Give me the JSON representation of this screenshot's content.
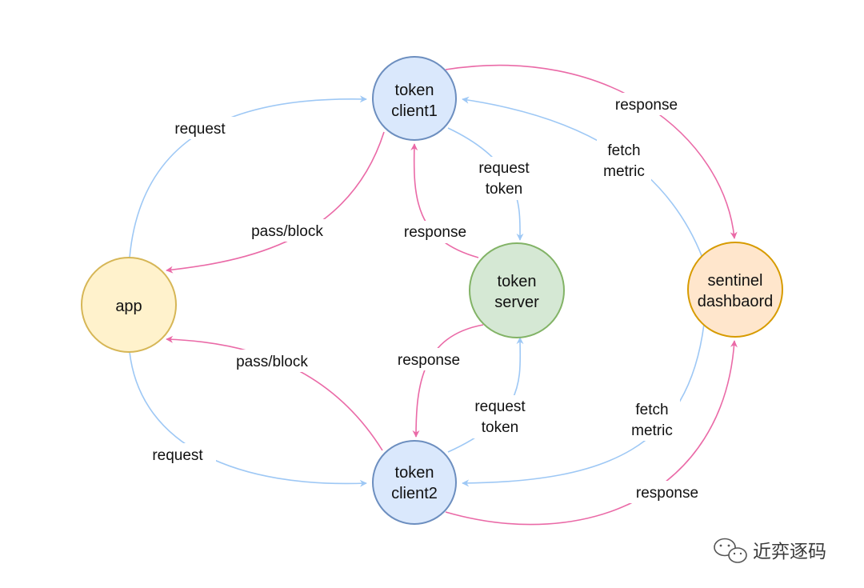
{
  "diagram": {
    "nodes": {
      "token_client1": {
        "lines": [
          "token",
          "client1"
        ],
        "fill": "#dae8fc",
        "stroke": "#6c8ebf"
      },
      "token_client2": {
        "lines": [
          "token",
          "client2"
        ],
        "fill": "#dae8fc",
        "stroke": "#6c8ebf"
      },
      "token_server": {
        "lines": [
          "token",
          "server"
        ],
        "fill": "#d5e8d4",
        "stroke": "#82b366"
      },
      "app": {
        "lines": [
          "app"
        ],
        "fill": "#fff2cc",
        "stroke": "#d6b656"
      },
      "sentinel_dashboard": {
        "lines": [
          "sentinel",
          "dashbaord"
        ],
        "fill": "#ffe6cc",
        "stroke": "#d79b00"
      }
    },
    "edges": {
      "app_to_client1": {
        "lines": [
          "request"
        ]
      },
      "client1_to_app": {
        "lines": [
          "pass/block"
        ]
      },
      "client1_to_server": {
        "lines": [
          "request",
          "token"
        ]
      },
      "server_to_client1": {
        "lines": [
          "response"
        ]
      },
      "client1_to_dashboard": {
        "lines": [
          "response"
        ]
      },
      "dashboard_to_client1": {
        "lines": [
          "fetch",
          "metric"
        ]
      },
      "app_to_client2": {
        "lines": [
          "request"
        ]
      },
      "client2_to_app": {
        "lines": [
          "pass/block"
        ]
      },
      "client2_to_server": {
        "lines": [
          "request",
          "token"
        ]
      },
      "server_to_client2": {
        "lines": [
          "response"
        ]
      },
      "dashboard_to_client2": {
        "lines": [
          "fetch",
          "metric"
        ]
      },
      "client2_to_dashboard": {
        "lines": [
          "response"
        ]
      }
    },
    "colors": {
      "request_edge": "#9ec8f5",
      "response_edge": "#ea6aa7"
    }
  },
  "watermark": {
    "text": "近弈逐码",
    "icon": "wechat-icon"
  }
}
